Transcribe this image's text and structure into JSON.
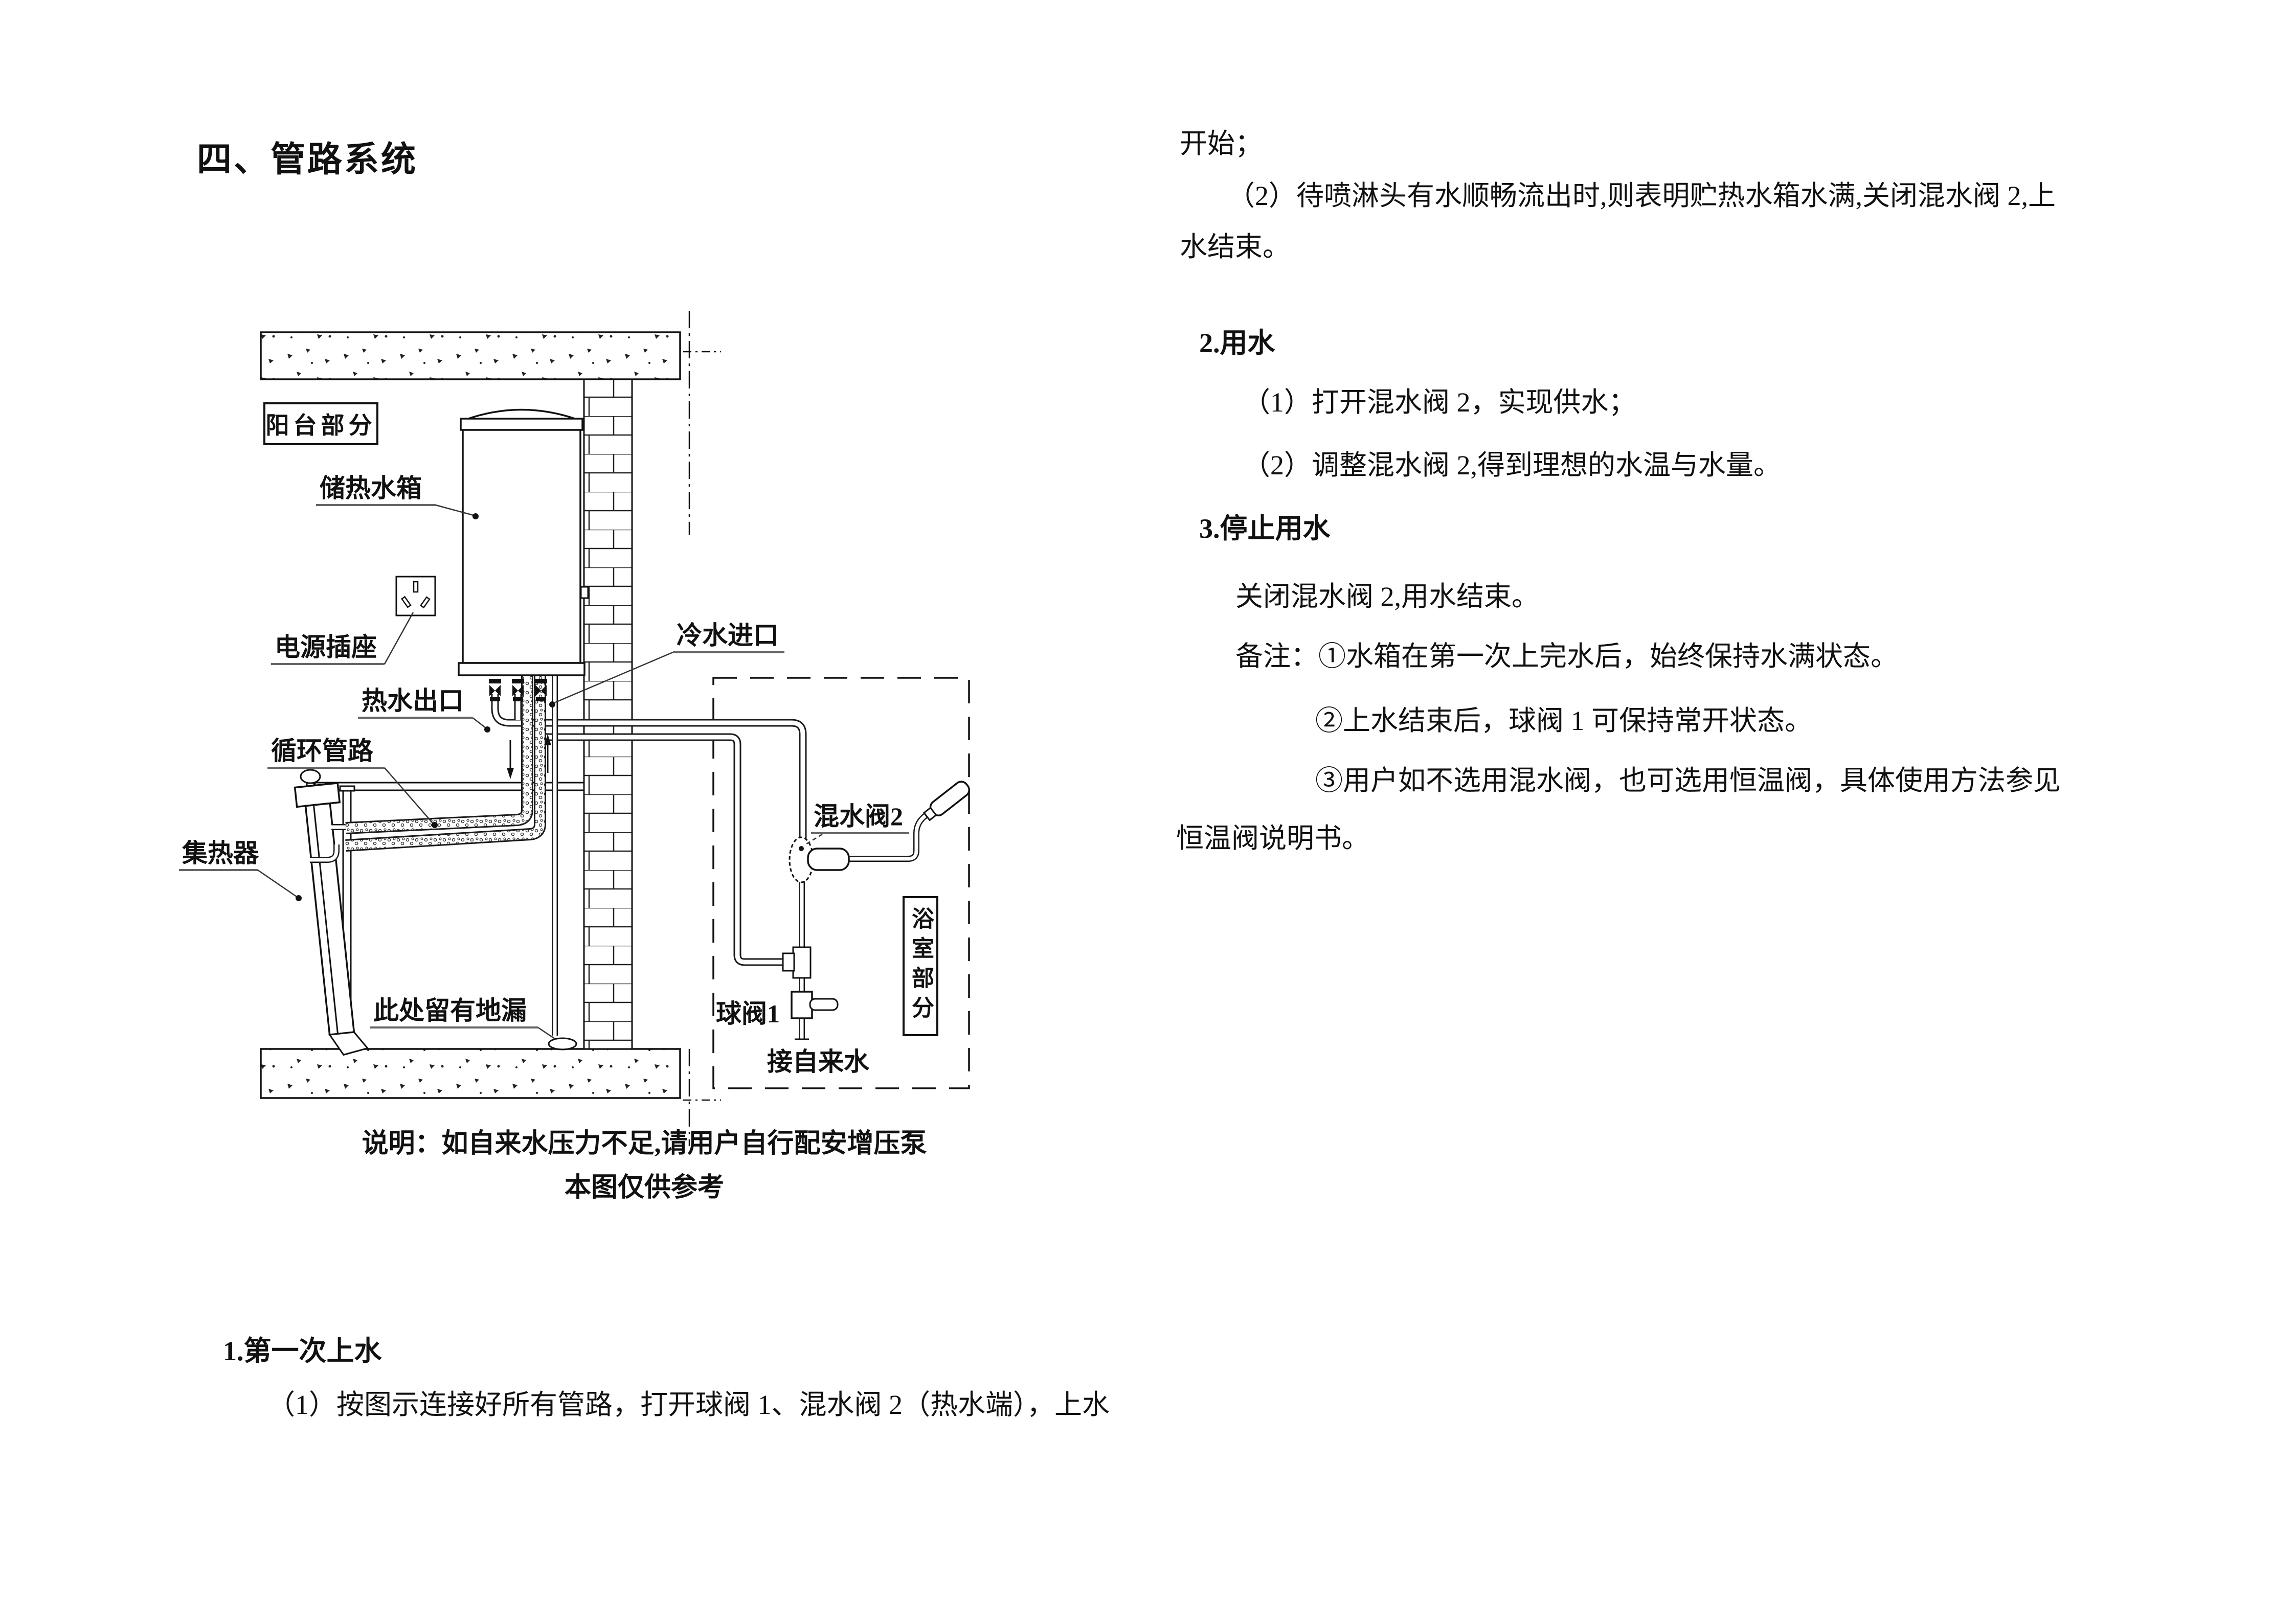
{
  "title": "四、管路系统",
  "diagram": {
    "labels": {
      "balcony": "阳台部分",
      "tank": "储热水箱",
      "outlet": "电源插座",
      "cold_inlet": "冷水进口",
      "hot_outlet": "热水出口",
      "circulation": "循环管路",
      "collector": "集热器",
      "floor_drain": "此处留有地漏",
      "mixing_valve": "混水阀2",
      "ball_valve": "球阀1",
      "tap_water": "接自来水",
      "bathroom": "浴室部分"
    },
    "notes": {
      "line1": "说明：如自来水压力不足,请用户自行配安增压泵",
      "line2": "本图仅供参考"
    },
    "line_color": "#111111"
  },
  "left_column": {
    "section1_heading": "1.第一次上水",
    "section1_item1": "（1）按图示连接好所有管路，打开球阀 1、混水阀 2（热水端），上水"
  },
  "right_column": {
    "lines": [
      {
        "text": "开始；"
      },
      {
        "text": "（2）待喷淋头有水顺畅流出时,则表明贮热水箱水满,关闭混水阀 2,上"
      },
      {
        "text": "水结束。"
      },
      {
        "text": "2.用水"
      },
      {
        "text": "（1）打开混水阀 2，实现供水；"
      },
      {
        "text": "（2）调整混水阀 2,得到理想的水温与水量。"
      },
      {
        "text": "3.停止用水"
      },
      {
        "text": "关闭混水阀 2,用水结束。"
      },
      {
        "text": "备注：①水箱在第一次上完水后，始终保持水满状态。"
      },
      {
        "text": "②上水结束后，球阀 1 可保持常开状态。"
      },
      {
        "text": "③用户如不选用混水阀，也可选用恒温阀，具体使用方法参见"
      },
      {
        "text": "恒温阀说明书。"
      }
    ]
  }
}
